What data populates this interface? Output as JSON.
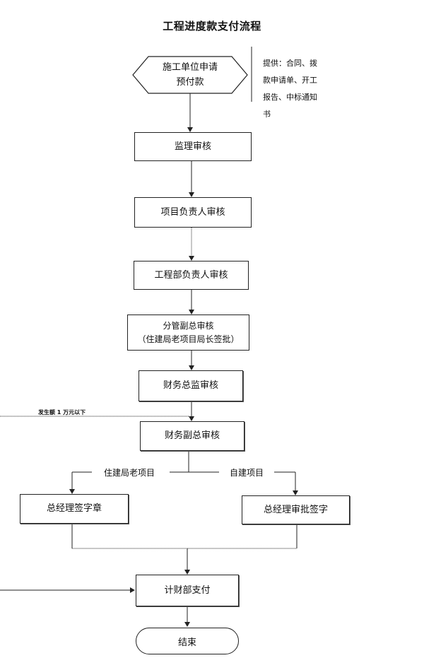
{
  "title": "工程进度款支付流程",
  "nodes": {
    "start_line1": "施工单位申请",
    "start_line2": "预付款",
    "supervisor_review": "监理审核",
    "project_lead_review": "项目负责人审核",
    "engineering_dept_review": "工程部负责人审核",
    "deputy_gm_review_line1": "分管副总审核",
    "deputy_gm_review_line2": "（住建局老项目局长签批）",
    "finance_director_review": "财务总监审核",
    "finance_deputy_review": "财务副总审核",
    "gm_sign_seal": "总经理签字章",
    "gm_approve_sign": "总经理审批签字",
    "finance_payment": "计财部支付",
    "end": "结束"
  },
  "note": "提供：合同、拨款申请单、开工报告、中标通知书",
  "labels": {
    "under_threshold": "发生额 1 万元以下",
    "old_project_branch": "住建局老项目",
    "self_built_branch": "自建项目"
  }
}
